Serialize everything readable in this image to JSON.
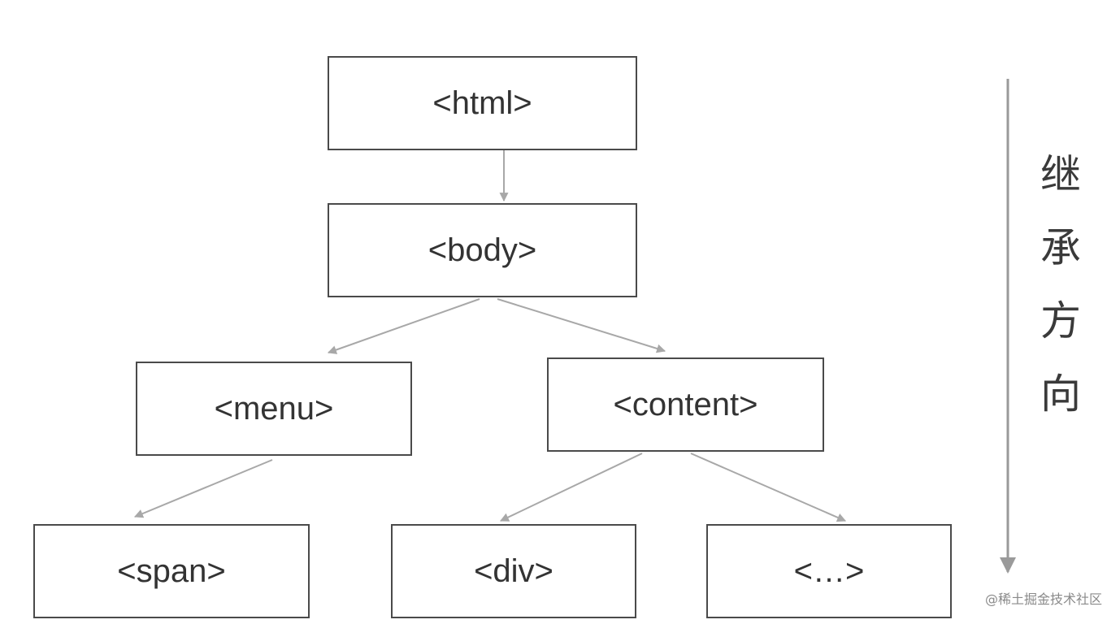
{
  "nodes": {
    "html": "<html>",
    "body": "<body>",
    "menu": "<menu>",
    "content": "<content>",
    "span": "<span>",
    "div": "<div>",
    "more": "<…>"
  },
  "direction_label": [
    "继",
    "承",
    "方",
    "向"
  ],
  "watermark": "@稀土掘金技术社区",
  "colors": {
    "border": "#4a4a4a",
    "edge": "#a8a8a8",
    "direction_arrow": "#9a9a9a",
    "text": "#333333"
  }
}
